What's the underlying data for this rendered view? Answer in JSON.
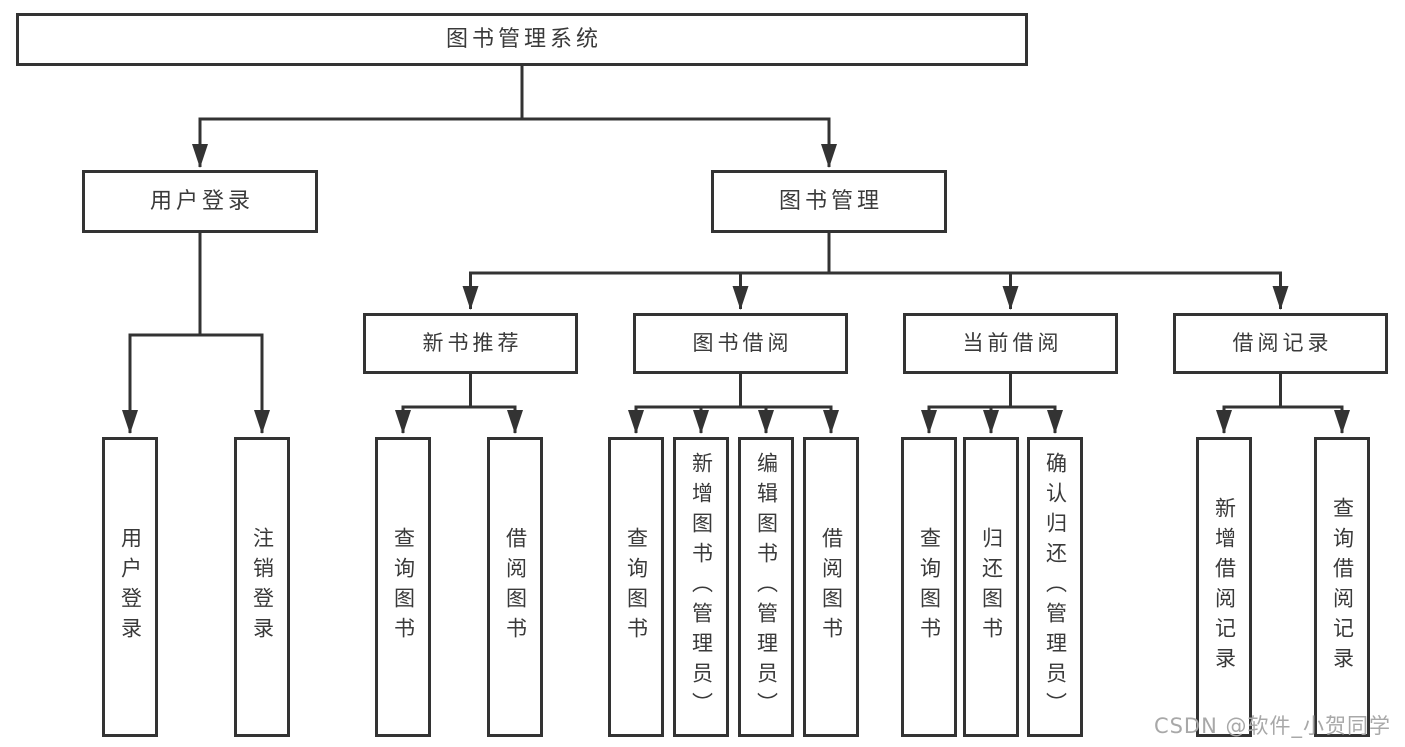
{
  "tree": {
    "label": "图书管理系统",
    "children": [
      {
        "label": "用户登录",
        "children": [
          {
            "label": "用户登录"
          },
          {
            "label": "注销登录"
          }
        ]
      },
      {
        "label": "图书管理",
        "children": [
          {
            "label": "新书推荐",
            "children": [
              {
                "label": "查询图书"
              },
              {
                "label": "借阅图书"
              }
            ]
          },
          {
            "label": "图书借阅",
            "children": [
              {
                "label": "查询图书"
              },
              {
                "label": "新增图书（管理员）"
              },
              {
                "label": "编辑图书（管理员）"
              },
              {
                "label": "借阅图书"
              }
            ]
          },
          {
            "label": "当前借阅",
            "children": [
              {
                "label": "查询图书"
              },
              {
                "label": "归还图书"
              },
              {
                "label": "确认归还（管理员）"
              }
            ]
          },
          {
            "label": "借阅记录",
            "children": [
              {
                "label": "新增借阅记录"
              },
              {
                "label": "查询借阅记录"
              }
            ]
          }
        ]
      }
    ]
  },
  "watermark": "CSDN @软件_小贺同学",
  "colors": {
    "line": "#333333",
    "box_border": "#333333",
    "text": "#3a3a3a",
    "background": "#ffffff",
    "watermark": "#a8a8a8"
  }
}
